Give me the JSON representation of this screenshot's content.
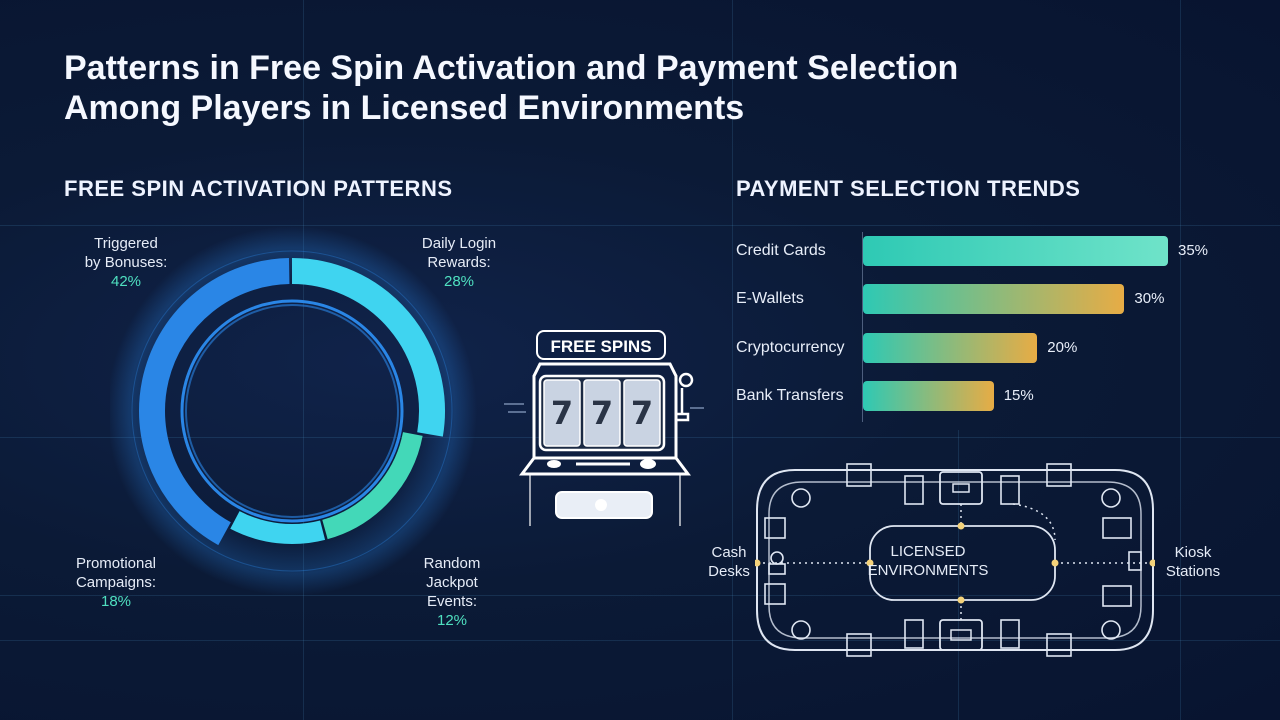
{
  "title_lines": [
    "Patterns in Free Spin Activation and Payment Selection",
    "Among Players in Licensed Environments"
  ],
  "free_spin": {
    "heading": "FREE SPIN ACTIVATION PATTERNS",
    "labels": [
      {
        "text_lines": [
          "Triggered",
          "by Bonuses:"
        ],
        "pct": "42%"
      },
      {
        "text_lines": [
          "Daily Login",
          "Rewards:"
        ],
        "pct": "28%"
      },
      {
        "text_lines": [
          "Promotional",
          "Campaigns:"
        ],
        "pct": "18%"
      },
      {
        "text_lines": [
          "Random",
          "Jackpot",
          "Events:"
        ],
        "pct": "12%"
      }
    ]
  },
  "machine": {
    "sign": "FREE SPINS",
    "reel_symbol": "7"
  },
  "payment": {
    "heading": "PAYMENT SELECTION TRENDS",
    "rows": [
      {
        "label": "Credit Cards",
        "value_text": "35%"
      },
      {
        "label": "E-Wallets",
        "value_text": "30%"
      },
      {
        "label": "Cryptocurrency",
        "value_text": "20%"
      },
      {
        "label": "Bank Transfers",
        "value_text": "15%"
      }
    ]
  },
  "environment": {
    "center_lines": [
      "LICENSED",
      "ENVIRONMENTS"
    ],
    "left_lines": [
      "Cash",
      "Desks"
    ],
    "right_lines": [
      "Kiosk",
      "Stations"
    ]
  },
  "colors": {
    "ring_blue": "#2a86e6",
    "ring_cyan": "#3fd4f0",
    "ring_teal": "#43d8b8",
    "bar_teal": "#2ec9b4",
    "bar_orange": "#e7ac45",
    "accent_pct": "#4fe0c0"
  },
  "chart_data": [
    {
      "type": "pie",
      "title": "FREE SPIN ACTIVATION PATTERNS",
      "categories": [
        "Triggered by Bonuses",
        "Daily Login Rewards",
        "Promotional Campaigns",
        "Random Jackpot Events"
      ],
      "values": [
        42,
        28,
        18,
        12
      ],
      "unit": "%"
    },
    {
      "type": "bar",
      "orientation": "horizontal",
      "title": "PAYMENT SELECTION TRENDS",
      "categories": [
        "Credit Cards",
        "E-Wallets",
        "Cryptocurrency",
        "Bank Transfers"
      ],
      "values": [
        35,
        30,
        20,
        15
      ],
      "unit": "%"
    }
  ]
}
